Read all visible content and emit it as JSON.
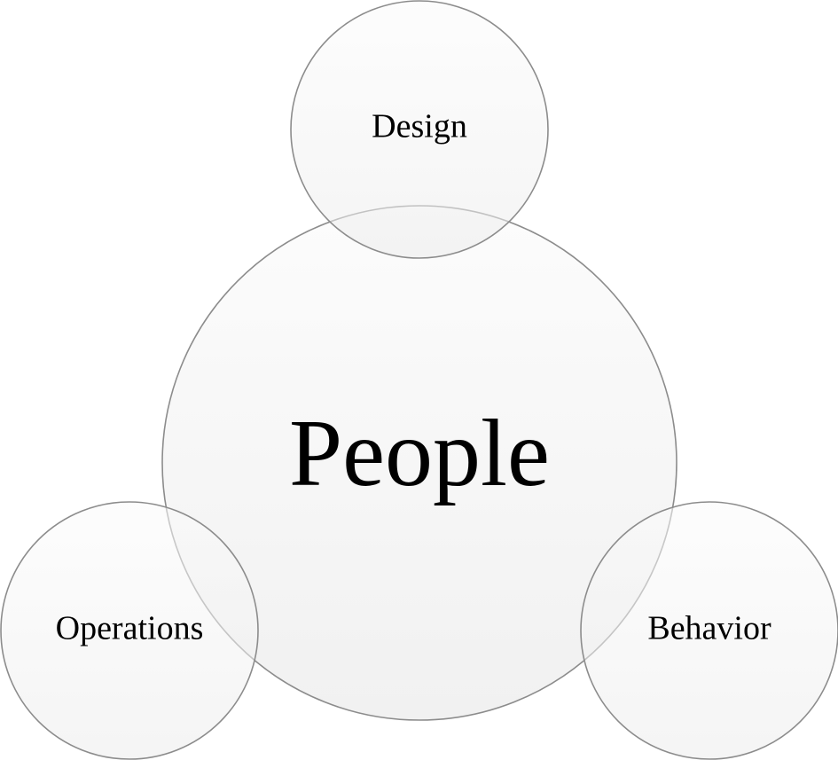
{
  "diagram": {
    "center": {
      "label": "People"
    },
    "satellites": {
      "top": {
        "label": "Design"
      },
      "left": {
        "label": "Operations"
      },
      "right": {
        "label": "Behavior"
      }
    },
    "colors": {
      "circle_fill_light": "#fbfbfb",
      "circle_fill_dark": "#ececec",
      "circle_stroke": "#8c8c8c",
      "text": "#000000"
    }
  }
}
